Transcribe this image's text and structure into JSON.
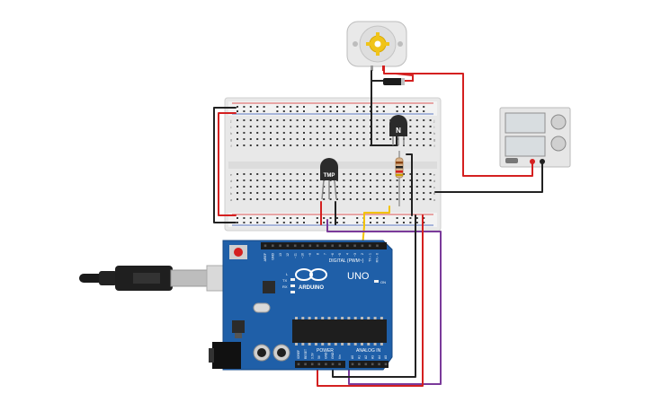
{
  "canvas": {
    "background": "#ffffff"
  },
  "colors": {
    "wire_red": "#d42020",
    "wire_black": "#222222",
    "wire_purple": "#7a3a9a",
    "wire_yellow": "#f2c200",
    "arduino_blue": "#1f5fa8",
    "breadboard": "#e8e8e8",
    "supply_body": "#e6e6e6",
    "motor_body": "#e9e9e9",
    "gear": "#f0c419"
  },
  "components": {
    "motor": {
      "icon": "dc-motor-icon"
    },
    "power_supply": {
      "icon": "dc-power-supply-icon"
    },
    "transistor": {
      "label": "N"
    },
    "temp_sensor": {
      "label": "TMP"
    },
    "resistor": {
      "icon": "resistor-icon"
    },
    "diode": {
      "icon": "diode-icon"
    },
    "usb_cable": {
      "icon": "usb-cable-icon"
    },
    "arduino": {
      "logo": "ARDUINO",
      "model": "UNO",
      "on_label": "ON",
      "digital_header": "DIGITAL (PWM~)",
      "power_header": "POWER",
      "analog_header": "ANALOG IN",
      "tx_label": "TX",
      "rx_label": "RX",
      "l_label": "L",
      "digital_pins": [
        "AREF",
        "GND",
        "13",
        "12",
        "~11",
        "~10",
        "~9",
        "8",
        "7",
        "~6",
        "~5",
        "4",
        "~3",
        "2",
        "TX→1",
        "RX←0"
      ],
      "power_pins": [
        "IOREF",
        "RESET",
        "3.3V",
        "5V",
        "GND",
        "GND",
        "Vin"
      ],
      "analog_pins": [
        "A0",
        "A1",
        "A2",
        "A3",
        "A4",
        "A5"
      ]
    }
  },
  "breadboard": {
    "row_letters_top": [
      "j",
      "i",
      "h",
      "g",
      "f"
    ],
    "row_letters_bottom": [
      "e",
      "d",
      "c",
      "b",
      "a"
    ],
    "columns": 30
  }
}
